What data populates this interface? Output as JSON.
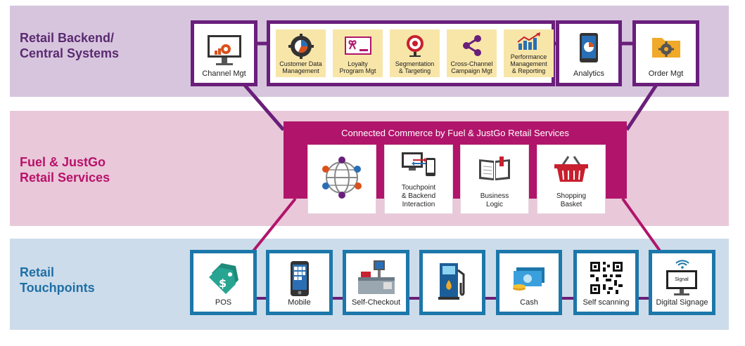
{
  "bands": {
    "backend": "Retail Backend/\nCentral Systems",
    "services": "Fuel & JustGo\nRetail Services",
    "touchpoints": "Retail\nTouchpoints"
  },
  "backend": {
    "channel_mgt": "Channel Mgt",
    "tiles": [
      {
        "label": "Customer Data\nManagement"
      },
      {
        "label": "Loyalty\nProgram Mgt"
      },
      {
        "label": "Segmentation\n& Targeting"
      },
      {
        "label": "Cross-Channel\nCampaign Mgt"
      },
      {
        "label": "Performance\nManagement\n& Reporting"
      }
    ],
    "analytics": "Analytics",
    "order_mgt": "Order Mgt"
  },
  "services": {
    "title": "Connected Commerce by Fuel & JustGo Retail Services",
    "cards": [
      {
        "label": ""
      },
      {
        "label": "Touchpoint\n& Backend\nInteraction"
      },
      {
        "label": "Business\nLogic"
      },
      {
        "label": "Shopping\nBasket"
      }
    ]
  },
  "touchpoints": [
    {
      "label": "POS"
    },
    {
      "label": "Mobile"
    },
    {
      "label": "Self-Checkout"
    },
    {
      "label": ""
    },
    {
      "label": "Cash"
    },
    {
      "label": "Self scanning"
    },
    {
      "label": "Digital Signage"
    }
  ],
  "signage_text": "Signal",
  "colors": {
    "backend_band": "#d7c5de",
    "services_band": "#e9c8d9",
    "touch_band": "#cddcea",
    "purple": "#6a1f7b",
    "magenta": "#b1146b",
    "blue": "#1c77aa",
    "tile": "#f8e6a9"
  }
}
